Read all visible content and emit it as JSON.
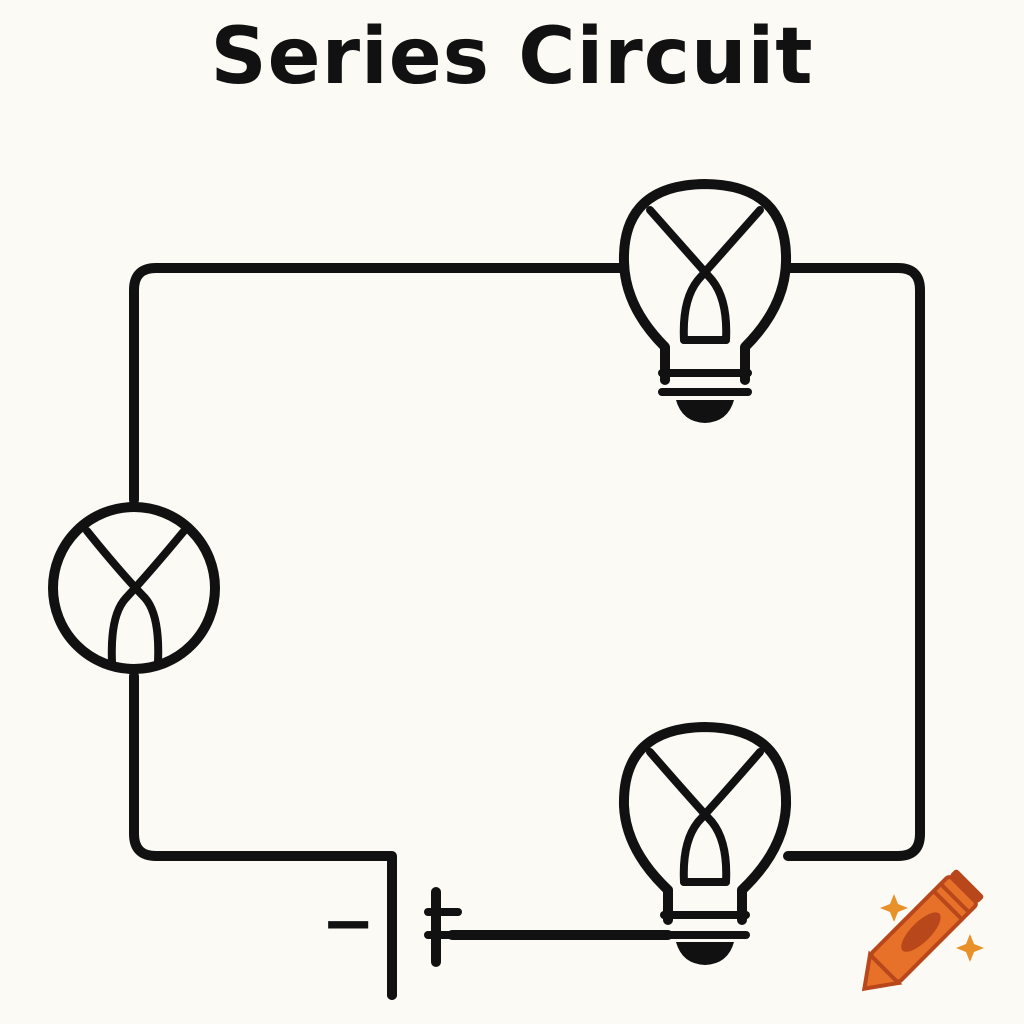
{
  "diagram": {
    "title": "Series Circuit",
    "labels": {
      "battery_negative": "−",
      "battery_positive": "+"
    },
    "components": [
      {
        "kind": "lamp",
        "name": "left-lamp",
        "icon": "lamp-symbol-icon"
      },
      {
        "kind": "bulb",
        "name": "top-right-bulb",
        "icon": "light-bulb-icon"
      },
      {
        "kind": "bulb",
        "name": "bottom-right-bulb",
        "icon": "light-bulb-icon"
      },
      {
        "kind": "battery",
        "name": "battery",
        "icon": "battery-symbol-icon"
      }
    ],
    "colors": {
      "ink": "#111111",
      "background": "#fbfaf5",
      "crayon_orange": "#e8712a",
      "crayon_dark": "#b9471c",
      "sparkle": "#e8912a"
    },
    "decoration_icon": "crayon-icon"
  }
}
